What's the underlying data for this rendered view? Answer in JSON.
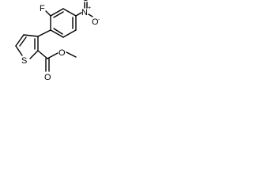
{
  "molecule": {
    "atoms": {
      "fluorine": "F",
      "nitrogen": "N",
      "nitro_charge": "+",
      "nitro_oxygen_right": "O",
      "nitro_oxygen_charge": "-",
      "nitro_oxygen_top": "O",
      "sulfur": "S",
      "carbonyl_oxygen": "O",
      "ester_oxygen": "O"
    }
  }
}
